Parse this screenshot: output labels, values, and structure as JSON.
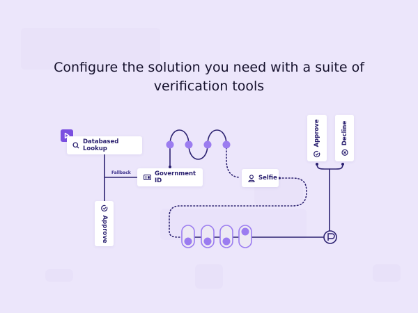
{
  "headline": {
    "line1": "Configure the solution you need with a suite of",
    "line2": "verification tools"
  },
  "colors": {
    "background": "#ece6fb",
    "accent": "#7a4fe0",
    "node_fill": "#9b7cf0",
    "wire": "#2b2170",
    "card_text": "#2b2170",
    "headline_text": "#14102b"
  },
  "flow": {
    "start": {
      "icon": "play-icon"
    },
    "database_lookup": {
      "label": "Databased Lookup",
      "icon": "search-icon"
    },
    "fallback_label": "Fallback",
    "government_id": {
      "label": "Government ID",
      "icon": "id-card-icon"
    },
    "approve_left": {
      "label": "Approve",
      "icon": "check-circle-icon"
    },
    "selfie": {
      "label": "Selfie",
      "icon": "user-icon"
    },
    "approve_right": {
      "label": "Approve",
      "icon": "check-circle-icon"
    },
    "decline": {
      "label": "Decline",
      "icon": "x-circle-icon"
    },
    "process_node": {
      "label": "P",
      "icon": "p-circle-icon"
    },
    "dots_count": 4,
    "toggles": [
      {
        "state": "down"
      },
      {
        "state": "down"
      },
      {
        "state": "down"
      },
      {
        "state": "up"
      }
    ]
  }
}
